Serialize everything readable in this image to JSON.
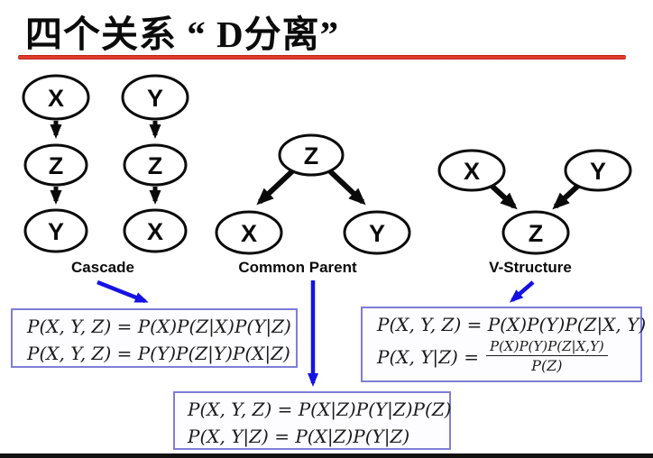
{
  "title": {
    "text": "四个关系 “ D分离”"
  },
  "colors": {
    "underline_red": "#d93226",
    "arrow_blue": "#1612e3",
    "box_border_blue": "#7e7ed6"
  },
  "diagrams": {
    "cascade": {
      "label": "Cascade",
      "chain1": [
        "X",
        "Z",
        "Y"
      ],
      "chain2": [
        "Y",
        "Z",
        "X"
      ]
    },
    "common_parent": {
      "label": "Common Parent",
      "parent": "Z",
      "child_left": "X",
      "child_right": "Y"
    },
    "v_structure": {
      "label": "V-Structure",
      "parent_left": "X",
      "parent_right": "Y",
      "child": "Z"
    }
  },
  "formulas": {
    "cascade": {
      "line1": "P(X, Y, Z) = P(X)P(Z|X)P(Y|Z)",
      "line2": "P(X, Y, Z) = P(Y)P(Z|Y)P(X|Z)"
    },
    "common_parent": {
      "line1": "P(X, Y, Z) = P(X|Z)P(Y|Z)P(Z)",
      "line2": "P(X, Y|Z) = P(X|Z)P(Y|Z)"
    },
    "v_structure": {
      "line1": "P(X, Y, Z) = P(X)P(Y)P(Z|X, Y)",
      "line2_lhs": "P(X, Y|Z) =",
      "line2_numerator": "P(X)P(Y)P(Z|X,Y)",
      "line2_denominator": "P(Z)"
    }
  }
}
